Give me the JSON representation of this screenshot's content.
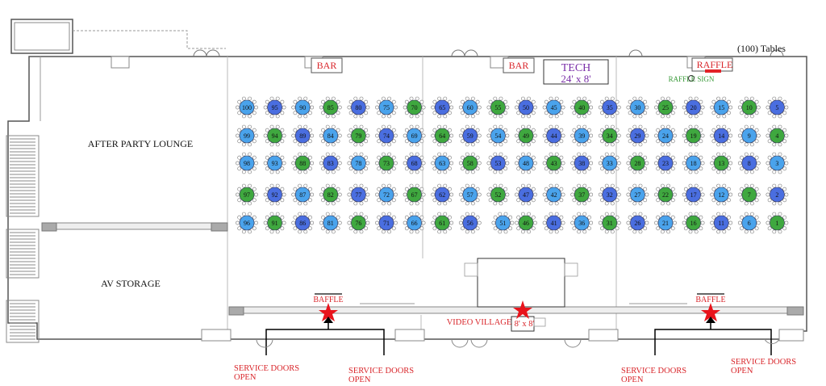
{
  "title": "(100) Tables",
  "rooms": {
    "after_party": "AFTER PARTY LOUNGE",
    "av_storage": "AV STORAGE"
  },
  "bars": [
    {
      "label": "BAR"
    },
    {
      "label": "BAR"
    }
  ],
  "tech": {
    "line1": "TECH",
    "line2": "24' x 8'"
  },
  "raffle_top": "RAFFLE",
  "raffle_sign": "RAFFLE SIGN",
  "baffles": [
    {
      "label": "BAFFLE"
    },
    {
      "label": "BAFFLE"
    }
  ],
  "video_village": {
    "label": "VIDEO VILLAGE",
    "size": "8' x 8'"
  },
  "service_doors": [
    {
      "line1": "SERVICE DOORS",
      "line2": "OPEN"
    },
    {
      "line1": "SERVICE DOORS",
      "line2": "OPEN"
    },
    {
      "line1": "SERVICE DOORS",
      "line2": "OPEN"
    },
    {
      "line1": "SERVICE DOORS",
      "line2": "OPEN"
    }
  ],
  "colors": {
    "light_blue": "#4aa3ec",
    "dark_blue": "#4a6ee0",
    "green": "#3fa83f",
    "red_label": "#d9262b",
    "purple": "#7a2fa8",
    "green_label": "#3a9a3a"
  },
  "legend": {
    "light_blue": "",
    "dark_blue": "",
    "green": ""
  },
  "tables": {
    "columns": [
      [
        100,
        99,
        98,
        97,
        96
      ],
      [
        95,
        94,
        93,
        92,
        91
      ],
      [
        90,
        89,
        88,
        87,
        86
      ],
      [
        85,
        84,
        83,
        82,
        81
      ],
      [
        80,
        79,
        78,
        77,
        76
      ],
      [
        75,
        74,
        73,
        72,
        71
      ],
      [
        70,
        69,
        68,
        67,
        66
      ],
      [
        65,
        64,
        63,
        62,
        61
      ],
      [
        60,
        59,
        58,
        57,
        56
      ],
      [
        55,
        54,
        53,
        52,
        51
      ],
      [
        50,
        49,
        48,
        47,
        46
      ],
      [
        45,
        44,
        43,
        42,
        41
      ],
      [
        40,
        39,
        38,
        37,
        36
      ],
      [
        35,
        34,
        33,
        32,
        31
      ],
      [
        30,
        29,
        28,
        27,
        26
      ],
      [
        25,
        24,
        23,
        22,
        21
      ],
      [
        20,
        19,
        18,
        17,
        16
      ],
      [
        15,
        14,
        13,
        12,
        11
      ],
      [
        10,
        9,
        8,
        7,
        6
      ],
      [
        5,
        4,
        3,
        2,
        1
      ]
    ],
    "colors": [
      [
        "light_blue",
        "light_blue",
        "light_blue",
        "green",
        "light_blue"
      ],
      [
        "dark_blue",
        "green",
        "light_blue",
        "dark_blue",
        "green"
      ],
      [
        "light_blue",
        "dark_blue",
        "green",
        "light_blue",
        "dark_blue"
      ],
      [
        "green",
        "light_blue",
        "dark_blue",
        "green",
        "light_blue"
      ],
      [
        "dark_blue",
        "green",
        "light_blue",
        "dark_blue",
        "green"
      ],
      [
        "light_blue",
        "dark_blue",
        "green",
        "light_blue",
        "dark_blue"
      ],
      [
        "green",
        "light_blue",
        "dark_blue",
        "green",
        "light_blue"
      ],
      [
        "dark_blue",
        "green",
        "light_blue",
        "dark_blue",
        "green"
      ],
      [
        "light_blue",
        "dark_blue",
        "green",
        "light_blue",
        "dark_blue"
      ],
      [
        "green",
        "light_blue",
        "dark_blue",
        "green",
        "light_blue"
      ],
      [
        "dark_blue",
        "green",
        "light_blue",
        "dark_blue",
        "green"
      ],
      [
        "light_blue",
        "dark_blue",
        "green",
        "light_blue",
        "dark_blue"
      ],
      [
        "green",
        "light_blue",
        "dark_blue",
        "green",
        "light_blue"
      ],
      [
        "dark_blue",
        "green",
        "light_blue",
        "dark_blue",
        "green"
      ],
      [
        "light_blue",
        "dark_blue",
        "green",
        "light_blue",
        "dark_blue"
      ],
      [
        "green",
        "light_blue",
        "dark_blue",
        "green",
        "light_blue"
      ],
      [
        "dark_blue",
        "green",
        "light_blue",
        "dark_blue",
        "green"
      ],
      [
        "light_blue",
        "dark_blue",
        "green",
        "light_blue",
        "dark_blue"
      ],
      [
        "green",
        "light_blue",
        "dark_blue",
        "green",
        "light_blue"
      ],
      [
        "dark_blue",
        "green",
        "light_blue",
        "dark_blue",
        "green"
      ]
    ]
  }
}
